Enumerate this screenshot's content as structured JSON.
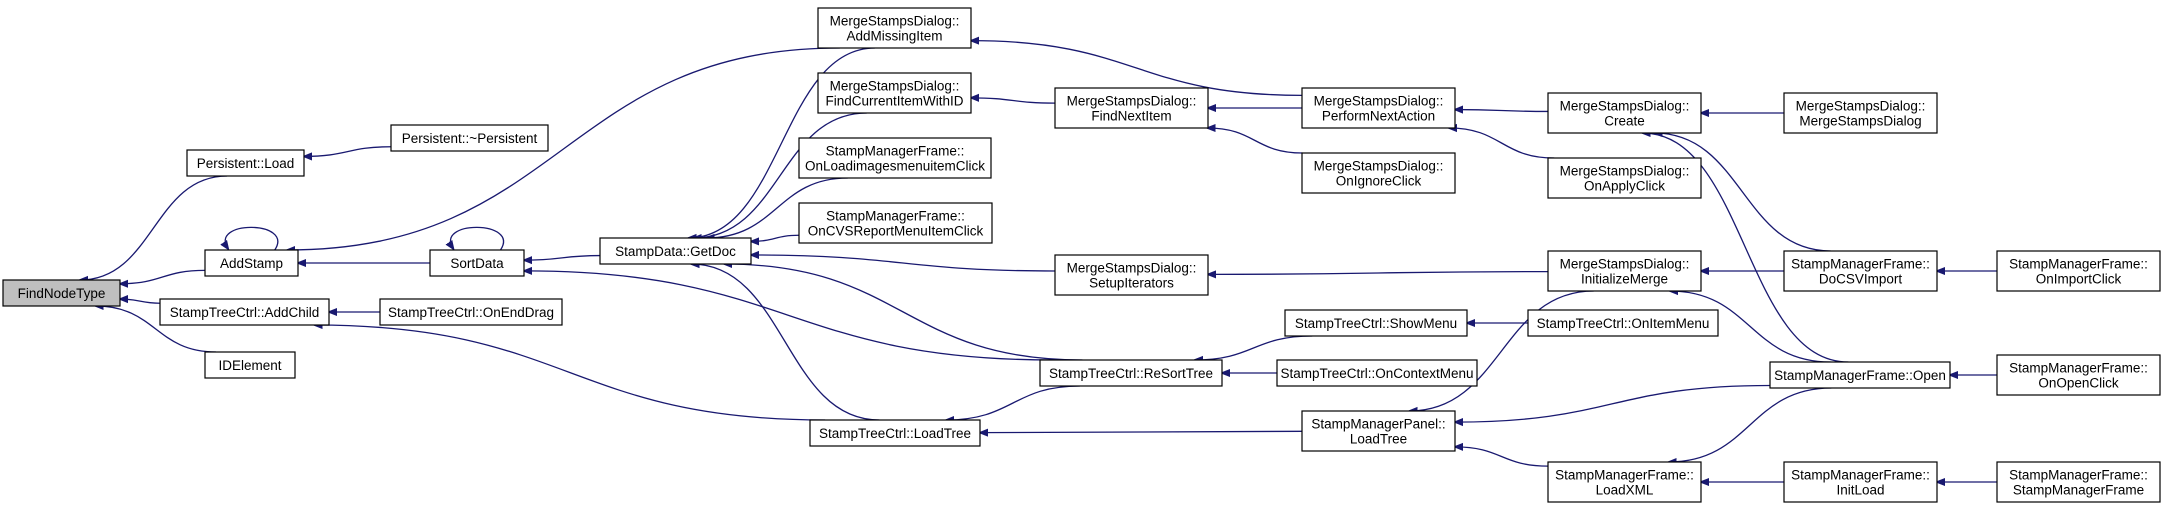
{
  "graph": {
    "nodes": [
      {
        "id": "findnodetype",
        "lines": [
          "FindNodeType"
        ],
        "root": true
      },
      {
        "id": "persistent_load",
        "lines": [
          "Persistent::Load"
        ]
      },
      {
        "id": "persistent_dtor",
        "lines": [
          "Persistent::~Persistent"
        ]
      },
      {
        "id": "addstamp",
        "lines": [
          "AddStamp"
        ]
      },
      {
        "id": "stamptree_addchild",
        "lines": [
          "StampTreeCtrl::AddChild"
        ]
      },
      {
        "id": "idelement",
        "lines": [
          "IDElement"
        ]
      },
      {
        "id": "sortdata",
        "lines": [
          "SortData"
        ]
      },
      {
        "id": "stamptree_onenddrag",
        "lines": [
          "StampTreeCtrl::OnEndDrag"
        ]
      },
      {
        "id": "stampdata_getdoc",
        "lines": [
          "StampData::GetDoc"
        ]
      },
      {
        "id": "msd_addmissingitem",
        "lines": [
          "MergeStampsDialog::",
          "AddMissingItem"
        ]
      },
      {
        "id": "msd_findcurrentitemwithid",
        "lines": [
          "MergeStampsDialog::",
          "FindCurrentItemWithID"
        ]
      },
      {
        "id": "smf_onloadimages",
        "lines": [
          "StampManagerFrame::",
          "OnLoadimagesmenuitemClick"
        ]
      },
      {
        "id": "smf_oncvsreport",
        "lines": [
          "StampManagerFrame::",
          "OnCVSReportMenuItemClick"
        ]
      },
      {
        "id": "msd_setupiterators",
        "lines": [
          "MergeStampsDialog::",
          "SetupIterators"
        ]
      },
      {
        "id": "stamptree_loadtree",
        "lines": [
          "StampTreeCtrl::LoadTree"
        ]
      },
      {
        "id": "msd_findnextitem",
        "lines": [
          "MergeStampsDialog::",
          "FindNextItem"
        ]
      },
      {
        "id": "stamptree_resorttree",
        "lines": [
          "StampTreeCtrl::ReSortTree"
        ]
      },
      {
        "id": "msd_performnextaction",
        "lines": [
          "MergeStampsDialog::",
          "PerformNextAction"
        ]
      },
      {
        "id": "msd_onignoreclick",
        "lines": [
          "MergeStampsDialog::",
          "OnIgnoreClick"
        ]
      },
      {
        "id": "stamptree_showmenu",
        "lines": [
          "StampTreeCtrl::ShowMenu"
        ]
      },
      {
        "id": "stamptree_oncontextmenu",
        "lines": [
          "StampTreeCtrl::OnContextMenu"
        ]
      },
      {
        "id": "smp_loadtree",
        "lines": [
          "StampManagerPanel::",
          "LoadTree"
        ]
      },
      {
        "id": "msd_create",
        "lines": [
          "MergeStampsDialog::",
          "Create"
        ]
      },
      {
        "id": "msd_onapplyclick",
        "lines": [
          "MergeStampsDialog::",
          "OnApplyClick"
        ]
      },
      {
        "id": "msd_initializemerge",
        "lines": [
          "MergeStampsDialog::",
          "InitializeMerge"
        ]
      },
      {
        "id": "stamptree_onitemmenu",
        "lines": [
          "StampTreeCtrl::OnItemMenu"
        ]
      },
      {
        "id": "smf_loadxml",
        "lines": [
          "StampManagerFrame::",
          "LoadXML"
        ]
      },
      {
        "id": "msd_ctor",
        "lines": [
          "MergeStampsDialog::",
          "MergeStampsDialog"
        ]
      },
      {
        "id": "smf_docsvimport",
        "lines": [
          "StampManagerFrame::",
          "DoCSVImport"
        ]
      },
      {
        "id": "smf_open",
        "lines": [
          "StampManagerFrame::Open"
        ]
      },
      {
        "id": "smf_initload",
        "lines": [
          "StampManagerFrame::",
          "InitLoad"
        ]
      },
      {
        "id": "smf_onimportclick",
        "lines": [
          "StampManagerFrame::",
          "OnImportClick"
        ]
      },
      {
        "id": "smf_onopenclick",
        "lines": [
          "StampManagerFrame::",
          "OnOpenClick"
        ]
      },
      {
        "id": "smf_ctor",
        "lines": [
          "StampManagerFrame::",
          "StampManagerFrame"
        ]
      }
    ],
    "edges": [
      [
        "persistent_load",
        "findnodetype"
      ],
      [
        "addstamp",
        "findnodetype"
      ],
      [
        "stamptree_addchild",
        "findnodetype"
      ],
      [
        "idelement",
        "findnodetype"
      ],
      [
        "persistent_dtor",
        "persistent_load"
      ],
      [
        "addstamp",
        "addstamp"
      ],
      [
        "msd_addmissingitem",
        "addstamp"
      ],
      [
        "sortdata",
        "addstamp"
      ],
      [
        "sortdata",
        "sortdata"
      ],
      [
        "stampdata_getdoc",
        "sortdata"
      ],
      [
        "stamptree_resorttree",
        "sortdata"
      ],
      [
        "stamptree_onenddrag",
        "stamptree_addchild"
      ],
      [
        "stamptree_loadtree",
        "stamptree_addchild"
      ],
      [
        "msd_addmissingitem",
        "stampdata_getdoc"
      ],
      [
        "msd_findcurrentitemwithid",
        "stampdata_getdoc"
      ],
      [
        "smf_onloadimages",
        "stampdata_getdoc"
      ],
      [
        "smf_oncvsreport",
        "stampdata_getdoc"
      ],
      [
        "msd_setupiterators",
        "stampdata_getdoc"
      ],
      [
        "stamptree_loadtree",
        "stampdata_getdoc"
      ],
      [
        "stamptree_resorttree",
        "stampdata_getdoc"
      ],
      [
        "msd_performnextaction",
        "msd_addmissingitem"
      ],
      [
        "msd_findnextitem",
        "msd_findcurrentitemwithid"
      ],
      [
        "msd_performnextaction",
        "msd_findnextitem"
      ],
      [
        "msd_onignoreclick",
        "msd_findnextitem"
      ],
      [
        "msd_initializemerge",
        "msd_setupiterators"
      ],
      [
        "stamptree_resorttree",
        "stamptree_loadtree"
      ],
      [
        "smp_loadtree",
        "stamptree_loadtree"
      ],
      [
        "stamptree_showmenu",
        "stamptree_resorttree"
      ],
      [
        "stamptree_oncontextmenu",
        "stamptree_resorttree"
      ],
      [
        "msd_create",
        "msd_performnextaction"
      ],
      [
        "msd_onapplyclick",
        "msd_performnextaction"
      ],
      [
        "stamptree_onitemmenu",
        "stamptree_showmenu"
      ],
      [
        "msd_initializemerge",
        "smp_loadtree"
      ],
      [
        "smf_open",
        "smp_loadtree"
      ],
      [
        "smf_loadxml",
        "smp_loadtree"
      ],
      [
        "msd_ctor",
        "msd_create"
      ],
      [
        "smf_docsvimport",
        "msd_create"
      ],
      [
        "smf_open",
        "msd_create"
      ],
      [
        "smf_docsvimport",
        "msd_initializemerge"
      ],
      [
        "smf_open",
        "msd_initializemerge"
      ],
      [
        "smf_open",
        "smf_loadxml"
      ],
      [
        "smf_initload",
        "smf_loadxml"
      ],
      [
        "smf_onimportclick",
        "smf_docsvimport"
      ],
      [
        "smf_onopenclick",
        "smf_open"
      ],
      [
        "smf_ctor",
        "smf_initload"
      ]
    ]
  }
}
